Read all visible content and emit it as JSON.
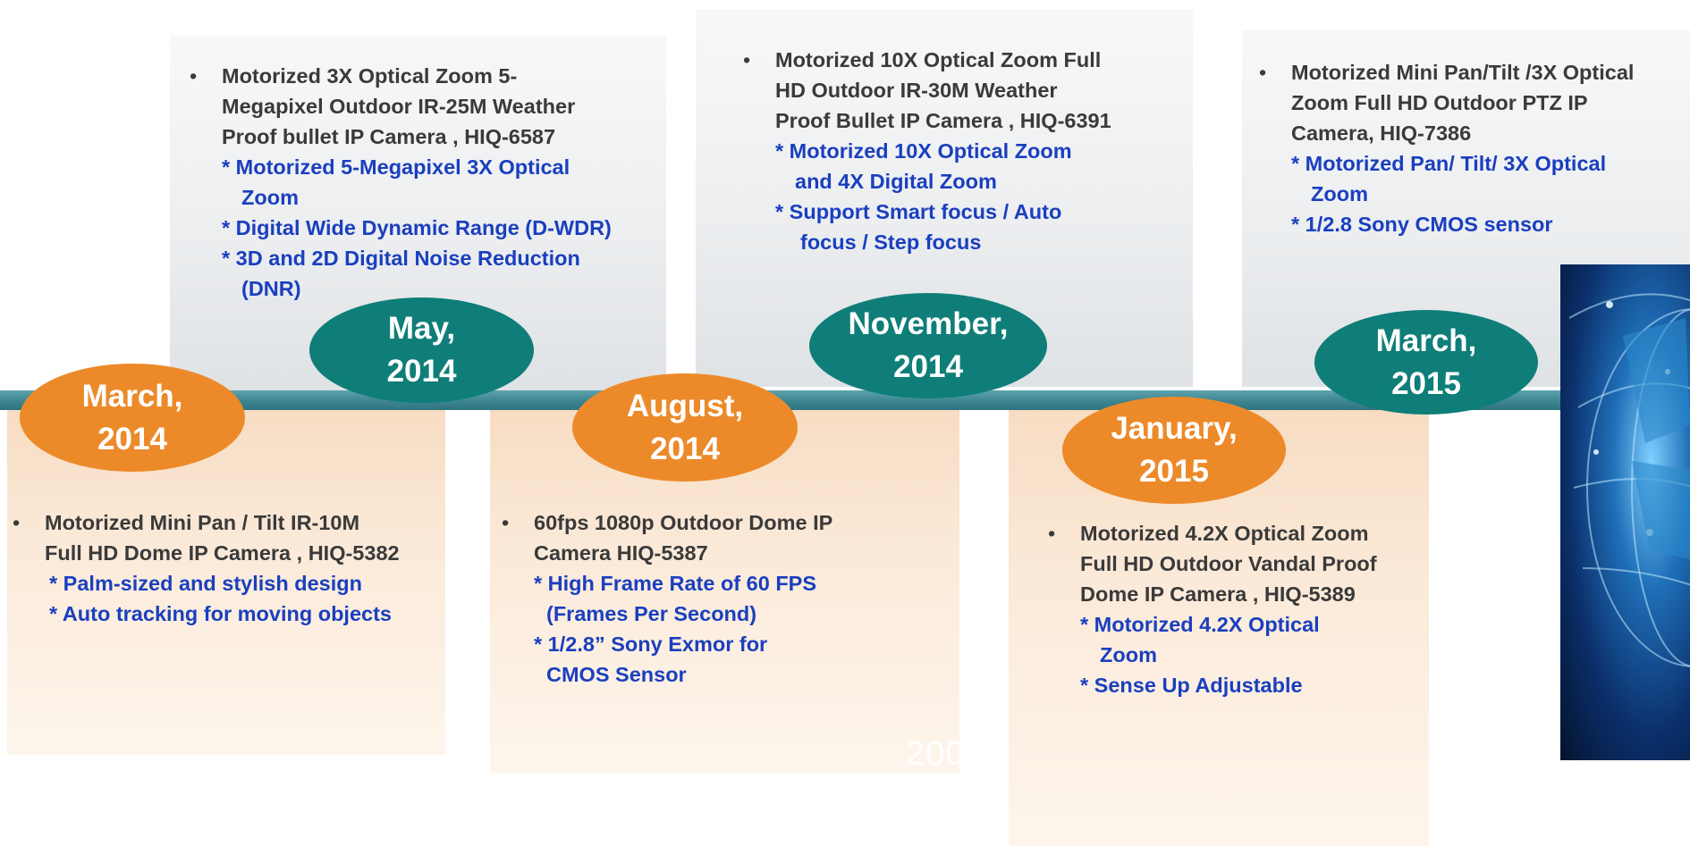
{
  "milestones": [
    {
      "date_line1": "March,",
      "date_line2": "2014",
      "lines": [
        "Motorized Mini Pan / Tilt IR-10M",
        "Full HD Dome IP Camera , HIQ-5382"
      ],
      "features": [
        "* Palm-sized and stylish design",
        "* Auto tracking for moving objects"
      ]
    },
    {
      "date_line1": "May,",
      "date_line2": "2014",
      "lines": [
        "Motorized 3X Optical Zoom 5-",
        "Megapixel Outdoor IR-25M Weather",
        "Proof bullet IP Camera , HIQ-6587"
      ],
      "features": [
        "* Motorized 5-Megapixel 3X Optical",
        "Zoom",
        "* Digital Wide Dynamic Range (D-WDR)",
        "* 3D and 2D Digital Noise Reduction",
        "(DNR)"
      ]
    },
    {
      "date_line1": "August,",
      "date_line2": "2014",
      "lines": [
        "60fps 1080p Outdoor Dome IP",
        "Camera HIQ-5387"
      ],
      "features": [
        "* High Frame Rate of 60 FPS",
        "(Frames  Per Second)",
        "* 1/2.8” Sony Exmor for",
        "CMOS  Sensor"
      ]
    },
    {
      "date_line1": "November,",
      "date_line2": "2014",
      "lines": [
        "Motorized 10X Optical Zoom Full",
        "HD Outdoor IR-30M Weather",
        "Proof Bullet IP Camera ,  HIQ-6391"
      ],
      "features": [
        "* Motorized 10X Optical Zoom",
        "and 4X Digital Zoom",
        "* Support Smart focus / Auto",
        "focus / Step focus"
      ]
    },
    {
      "date_line1": "January,",
      "date_line2": "2015",
      "lines": [
        "Motorized 4.2X Optical Zoom",
        "Full HD Outdoor Vandal Proof",
        "Dome IP Camera , HIQ-5389"
      ],
      "features": [
        "* Motorized 4.2X Optical",
        "Zoom",
        "* Sense Up Adjustable"
      ]
    },
    {
      "date_line1": "March,",
      "date_line2": "2015",
      "lines": [
        "Motorized Mini Pan/Tilt /3X Optical",
        "Zoom Full HD Outdoor PTZ IP",
        "Camera, HIQ-7386"
      ],
      "features": [
        "* Motorized Pan/ Tilt/ 3X Optical",
        "Zoom",
        "* 1/2.8 Sony CMOS sensor"
      ]
    }
  ],
  "watermark": "200",
  "colors": {
    "timeline": "#3f8794",
    "orange_badge": "#ec8a2a",
    "teal_badge": "#0f7e78",
    "feature_text": "#1a3fbf",
    "body_text": "#3a3a3a"
  }
}
